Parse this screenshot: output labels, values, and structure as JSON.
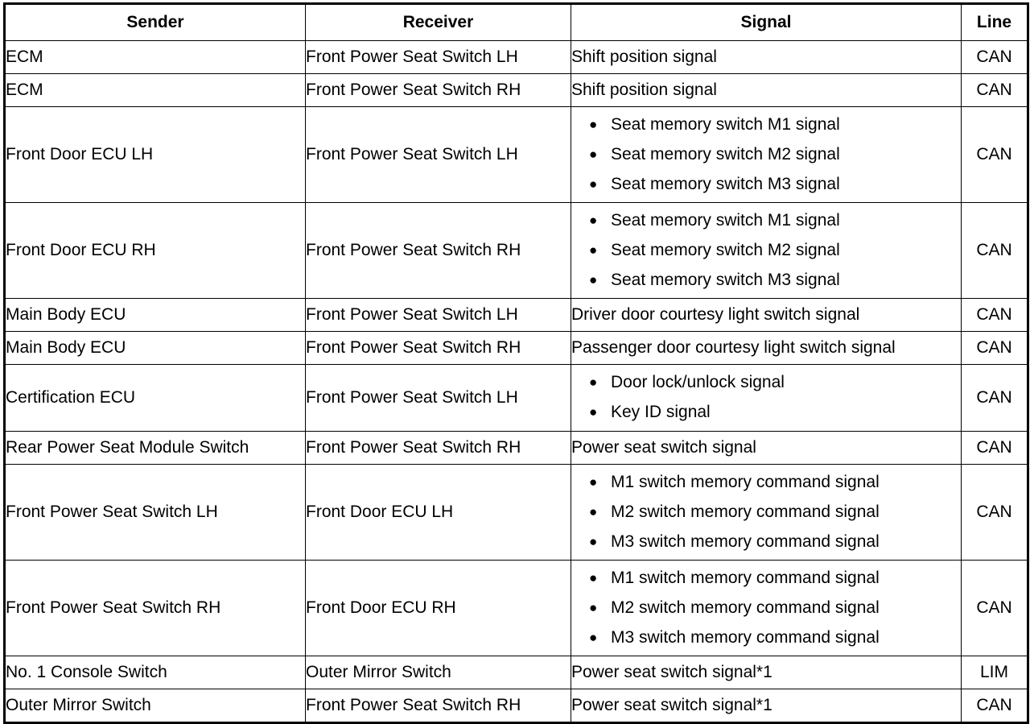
{
  "table": {
    "name": "communication-signal-table",
    "columns": [
      {
        "key": "sender",
        "label": "Sender"
      },
      {
        "key": "receiver",
        "label": "Receiver"
      },
      {
        "key": "signal",
        "label": "Signal"
      },
      {
        "key": "line",
        "label": "Line"
      }
    ],
    "bullet_glyph": "●",
    "rows": [
      {
        "sender": "ECM",
        "receiver": "Front Power Seat Switch LH",
        "signal": "Shift position signal",
        "signal_bullets": [],
        "line": "CAN"
      },
      {
        "sender": "ECM",
        "receiver": "Front Power Seat Switch RH",
        "signal": "Shift position signal",
        "signal_bullets": [],
        "line": "CAN"
      },
      {
        "sender": "Front Door ECU LH",
        "receiver": "Front Power Seat Switch LH",
        "signal": "",
        "signal_bullets": [
          "Seat memory switch M1 signal",
          "Seat memory switch M2 signal",
          "Seat memory switch M3 signal"
        ],
        "line": "CAN"
      },
      {
        "sender": "Front Door ECU RH",
        "receiver": "Front Power Seat Switch RH",
        "signal": "",
        "signal_bullets": [
          "Seat memory switch M1 signal",
          "Seat memory switch M2 signal",
          "Seat memory switch M3 signal"
        ],
        "line": "CAN"
      },
      {
        "sender": "Main Body ECU",
        "receiver": "Front Power Seat Switch LH",
        "signal": "Driver door courtesy light switch signal",
        "signal_bullets": [],
        "line": "CAN"
      },
      {
        "sender": "Main Body ECU",
        "receiver": "Front Power Seat Switch RH",
        "signal": "Passenger door courtesy light switch signal",
        "signal_bullets": [],
        "line": "CAN"
      },
      {
        "sender": "Certification ECU",
        "receiver": "Front Power Seat Switch LH",
        "signal": "",
        "signal_bullets": [
          "Door lock/unlock signal",
          "Key ID signal"
        ],
        "line": "CAN"
      },
      {
        "sender": "Rear Power Seat Module Switch",
        "receiver": "Front Power Seat Switch RH",
        "signal": "Power seat switch signal",
        "signal_bullets": [],
        "line": "CAN"
      },
      {
        "sender": "Front Power Seat Switch LH",
        "receiver": "Front Door ECU LH",
        "signal": "",
        "signal_bullets": [
          "M1 switch memory command signal",
          "M2 switch memory command signal",
          "M3 switch memory command signal"
        ],
        "line": "CAN"
      },
      {
        "sender": "Front Power Seat Switch RH",
        "receiver": "Front Door ECU RH",
        "signal": "",
        "signal_bullets": [
          "M1 switch memory command signal",
          "M2 switch memory command signal",
          "M3 switch memory command signal"
        ],
        "line": "CAN"
      },
      {
        "sender": "No. 1 Console Switch",
        "receiver": "Outer Mirror Switch",
        "signal": "Power seat switch signal*1",
        "signal_bullets": [],
        "line": "LIM"
      },
      {
        "sender": "Outer Mirror Switch",
        "receiver": "Front Power Seat Switch RH",
        "signal": "Power seat switch signal*1",
        "signal_bullets": [],
        "line": "CAN"
      }
    ]
  },
  "colors": {
    "border": "#000000",
    "background": "#ffffff",
    "text": "#000000"
  }
}
